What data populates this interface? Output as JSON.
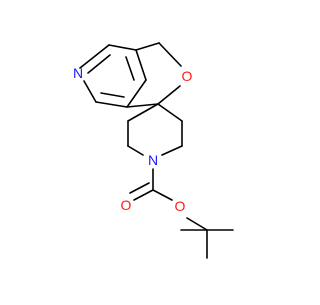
{
  "molecule": {
    "atoms": [
      {
        "id": "N_pyridine",
        "symbol": "N",
        "color": "#1a1aff"
      },
      {
        "id": "O_furan",
        "symbol": "O",
        "color": "#ff1a1a"
      },
      {
        "id": "N_piperidine",
        "symbol": "N",
        "color": "#1a1aff"
      },
      {
        "id": "O_carbonyl",
        "symbol": "O",
        "color": "#ff1a1a"
      },
      {
        "id": "O_ester",
        "symbol": "O",
        "color": "#ff1a1a"
      }
    ],
    "bond_color": "#000000"
  }
}
